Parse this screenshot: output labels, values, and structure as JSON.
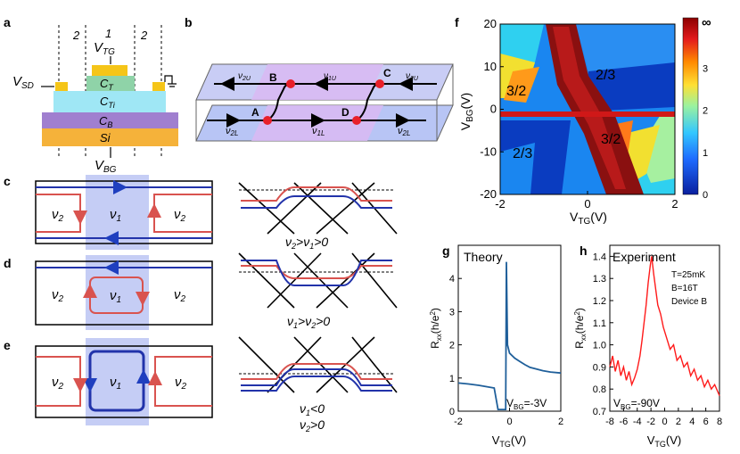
{
  "panel_labels": {
    "a": "a",
    "b": "b",
    "c": "c",
    "d": "d",
    "e": "e",
    "f": "f",
    "g": "g",
    "h": "h"
  },
  "panel_a": {
    "region_labels": [
      "2",
      "1",
      "2"
    ],
    "layers": {
      "top_gate_label": "C",
      "top_gate_sub": "T",
      "ti_label": "C",
      "ti_sub": "Ti",
      "bottom_label": "C",
      "bottom_sub": "B",
      "si_label": "Si"
    },
    "voltages": {
      "v_tg": "V",
      "v_tg_sub": "TG",
      "v_sd": "V",
      "v_sd_sub": "SD",
      "v_bg": "V",
      "v_bg_sub": "BG"
    },
    "colors": {
      "gate": "#f5c518",
      "ct": "#8fd3a8",
      "cti": "#9fe7f5",
      "cb": "#a07fcf",
      "si": "#f5b23a"
    }
  },
  "panel_b": {
    "points": [
      "A",
      "B",
      "C",
      "D"
    ],
    "edges": {
      "v2U_l": "ν",
      "v2U_l_sub": "2U",
      "v1U": "ν",
      "v1U_sub": "1U",
      "v2U_r": "ν",
      "v2U_r_sub": "2U",
      "v2L_l": "ν",
      "v2L_l_sub": "2L",
      "v1L": "ν",
      "v1L_sub": "1L",
      "v2L_r": "ν",
      "v2L_r_sub": "2L"
    }
  },
  "panel_c": {
    "left": "ν",
    "left_sub": "2",
    "center": "ν",
    "center_sub": "1",
    "right": "ν",
    "right_sub": "2",
    "cond_a": "ν",
    "cond_a_sub": "2",
    "cond_b": ">ν",
    "cond_b_sub": "1",
    "cond_c": ">0"
  },
  "panel_d": {
    "left": "ν",
    "left_sub": "2",
    "center": "ν",
    "center_sub": "1",
    "right": "ν",
    "right_sub": "2",
    "cond_a": "ν",
    "cond_a_sub": "1",
    "cond_b": ">ν",
    "cond_b_sub": "2",
    "cond_c": ">0"
  },
  "panel_e": {
    "left": "ν",
    "left_sub": "2",
    "center": "ν",
    "center_sub": "1",
    "right": "ν",
    "right_sub": "2",
    "cond1_a": "ν",
    "cond1_sub": "1",
    "cond1_b": "<0",
    "cond2_a": "ν",
    "cond2_sub": "2",
    "cond2_b": ">0"
  },
  "chart_data": [
    {
      "type": "heatmap",
      "panel": "f",
      "xlabel": "V",
      "xlabel_sub": "TG",
      "xlabel_unit": "(V)",
      "ylabel": "V",
      "ylabel_sub": "BG",
      "ylabel_unit": "(V)",
      "xlim": [
        -2,
        2
      ],
      "ylim": [
        -20,
        20
      ],
      "x_ticks": [
        "-2",
        "0",
        "2"
      ],
      "y_ticks": [
        "20",
        "10",
        "0",
        "-10",
        "-20"
      ],
      "regions": [
        "2/3",
        "3/2",
        "3/2",
        "2/3"
      ],
      "colorbar": {
        "ticks": [
          "0",
          "1",
          "2",
          "3"
        ],
        "top_label": "∞",
        "colors": [
          "#0a1f9e",
          "#1e6bff",
          "#33c7ff",
          "#9af2a0",
          "#ffe033",
          "#ff8a00",
          "#e31a1c",
          "#8b0000"
        ]
      }
    },
    {
      "type": "line",
      "panel": "g",
      "title": "Theory",
      "xlabel": "V",
      "xlabel_sub": "TG",
      "xlabel_unit": "(V)",
      "ylabel": "R",
      "ylabel_sub": "xx",
      "ylabel_unit": "(h/e",
      "xlim": [
        -2,
        2
      ],
      "ylim": [
        0,
        5
      ],
      "x_ticks": [
        "-2",
        "0",
        "2"
      ],
      "y_ticks": [
        "0",
        "1",
        "2",
        "3",
        "4"
      ],
      "annotation": "V",
      "annotation_sub": "BG",
      "annotation_rest": "=-3V",
      "color": "#1f5f9a",
      "points": [
        [
          -2,
          0.85
        ],
        [
          -1.6,
          0.82
        ],
        [
          -1.2,
          0.78
        ],
        [
          -0.9,
          0.74
        ],
        [
          -0.6,
          0.7
        ],
        [
          -0.45,
          0.05
        ],
        [
          -0.3,
          0.05
        ],
        [
          -0.2,
          0.05
        ],
        [
          -0.15,
          0.05
        ],
        [
          -0.12,
          4.5
        ],
        [
          -0.08,
          2.0
        ],
        [
          0,
          1.75
        ],
        [
          0.2,
          1.6
        ],
        [
          0.4,
          1.5
        ],
        [
          0.6,
          1.4
        ],
        [
          0.8,
          1.32
        ],
        [
          1.0,
          1.28
        ],
        [
          1.3,
          1.22
        ],
        [
          1.6,
          1.18
        ],
        [
          2,
          1.15
        ]
      ]
    },
    {
      "type": "line",
      "panel": "h",
      "title": "Experiment",
      "xlabel": "V",
      "xlabel_sub": "TG",
      "xlabel_unit": "(V)",
      "ylabel": "R",
      "ylabel_sub": "xx",
      "ylabel_unit": "(h/e",
      "xlim": [
        -8,
        8
      ],
      "ylim": [
        0.7,
        1.45
      ],
      "x_ticks": [
        "-8",
        "-6",
        "-4",
        "-2",
        "0",
        "2",
        "4",
        "6",
        "8"
      ],
      "y_ticks": [
        "0.7",
        "0.8",
        "0.9",
        "1.0",
        "1.1",
        "1.2",
        "1.3",
        "1.4"
      ],
      "legend": [
        "T=25mK",
        "B=16T",
        "Device B"
      ],
      "annotation": "V",
      "annotation_sub": "BG",
      "annotation_rest": "=-90V",
      "color": "#ff1a1a",
      "points": [
        [
          -8,
          0.9
        ],
        [
          -7.6,
          0.95
        ],
        [
          -7.2,
          0.88
        ],
        [
          -6.8,
          0.93
        ],
        [
          -6.4,
          0.86
        ],
        [
          -6,
          0.9
        ],
        [
          -5.6,
          0.84
        ],
        [
          -5.2,
          0.88
        ],
        [
          -4.8,
          0.82
        ],
        [
          -4.4,
          0.85
        ],
        [
          -4,
          0.89
        ],
        [
          -3.6,
          0.95
        ],
        [
          -3.3,
          1.02
        ],
        [
          -3,
          1.1
        ],
        [
          -2.7,
          1.18
        ],
        [
          -2.4,
          1.28
        ],
        [
          -2.1,
          1.36
        ],
        [
          -1.9,
          1.4
        ],
        [
          -1.6,
          1.32
        ],
        [
          -1.3,
          1.25
        ],
        [
          -1,
          1.18
        ],
        [
          -0.6,
          1.14
        ],
        [
          -0.2,
          1.08
        ],
        [
          0.3,
          1.03
        ],
        [
          0.8,
          0.98
        ],
        [
          1.3,
          1.0
        ],
        [
          1.8,
          0.93
        ],
        [
          2.3,
          0.95
        ],
        [
          2.8,
          0.9
        ],
        [
          3.3,
          0.92
        ],
        [
          3.8,
          0.86
        ],
        [
          4.3,
          0.89
        ],
        [
          4.8,
          0.84
        ],
        [
          5.3,
          0.86
        ],
        [
          5.8,
          0.81
        ],
        [
          6.3,
          0.84
        ],
        [
          6.8,
          0.8
        ],
        [
          7.3,
          0.82
        ],
        [
          8,
          0.77
        ]
      ]
    }
  ]
}
